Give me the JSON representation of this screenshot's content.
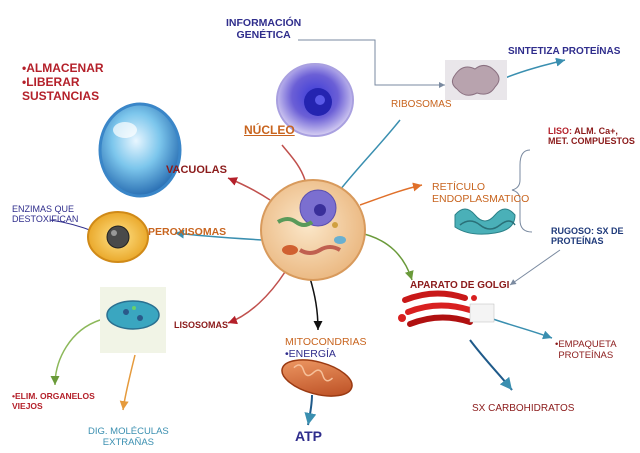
{
  "nodes": {
    "informacion_genetica": [
      "INFORMACIÓN",
      "GENÉTICA"
    ],
    "sintetiza_proteinas": "SINTETIZA PROTEÍNAS",
    "almacenar": "•ALMACENAR",
    "liberar": "•LIBERAR",
    "sustancias": "SUSTANCIAS",
    "nucleo": "NÚCLEO",
    "ribosomas": "RIBOSOMAS",
    "liso_label": "LISO:",
    "liso_text_1": " ALM. Ca+,",
    "liso_text_2": "MET. COMPUESTOS",
    "vacuolas": "VACUOLAS",
    "reticulo": [
      "RETÍCULO",
      "ENDOPLASMATICO"
    ],
    "enzimas": [
      "ENZIMAS QUE",
      "DESTOXIFICAN"
    ],
    "peroxisomas": "PEROXISOMAS",
    "rugoso_label": "RUGOSO:",
    "rugoso_text_1": " SX DE",
    "rugoso_text_2": "PROTEÍNAS",
    "aparato_golgi": "APARATO DE GOLGI",
    "lisosomas": "LISOSOMAS",
    "mitocondrias": "MITOCONDRIAS",
    "energia": "•ENERGÍA",
    "empaqueta": [
      "•EMPAQUETA",
      "PROTEÍNAS"
    ],
    "elim_organelos": [
      "•ELIM. ORGANELOS",
      "VIEJOS"
    ],
    "sx_carbohidratos": "SX CARBOHIDRATOS",
    "dig_moleculas": [
      "DIG. MOLÉCULAS",
      "EXTRAÑAS"
    ],
    "atp": "ATP"
  },
  "colors": {
    "navy": "#2f2d8c",
    "crimson": "#b4202a",
    "orange": "#c8641e",
    "darkred": "#8b1a1a",
    "darkblue": "#1f3a7a",
    "teal": "#3a8fb0",
    "lightorange": "#e59a3c",
    "green": "#8cb85a"
  }
}
